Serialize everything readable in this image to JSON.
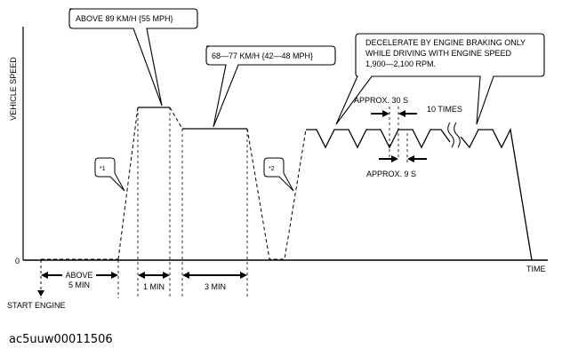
{
  "diagram": {
    "y_axis_label": "VEHICLE SPEED",
    "x_axis_label": "TIME",
    "origin_label": "0",
    "start_engine": "START ENGINE",
    "callout_high": "ABOVE 89 KM/H {55 MPH}",
    "callout_mid": "68—77 KM/H {42—48 MPH}",
    "callout_decel": [
      "DECELERATE BY ENGINE BRAKING ONLY",
      "WHILE DRIVING WITH ENGINE SPEED",
      "1,900—2,100 RPM."
    ],
    "note_1": "*1",
    "note_2": "*2",
    "approx_30": "APPROX. 30 S",
    "approx_9": "APPROX. 9 S",
    "repeat": "10 TIMES",
    "interval_above_line1": "ABOVE",
    "interval_above_line2": "5 MIN",
    "interval_1min": "1 MIN",
    "interval_3min": "3 MIN"
  },
  "figure_code": "ac5uuw00011506"
}
